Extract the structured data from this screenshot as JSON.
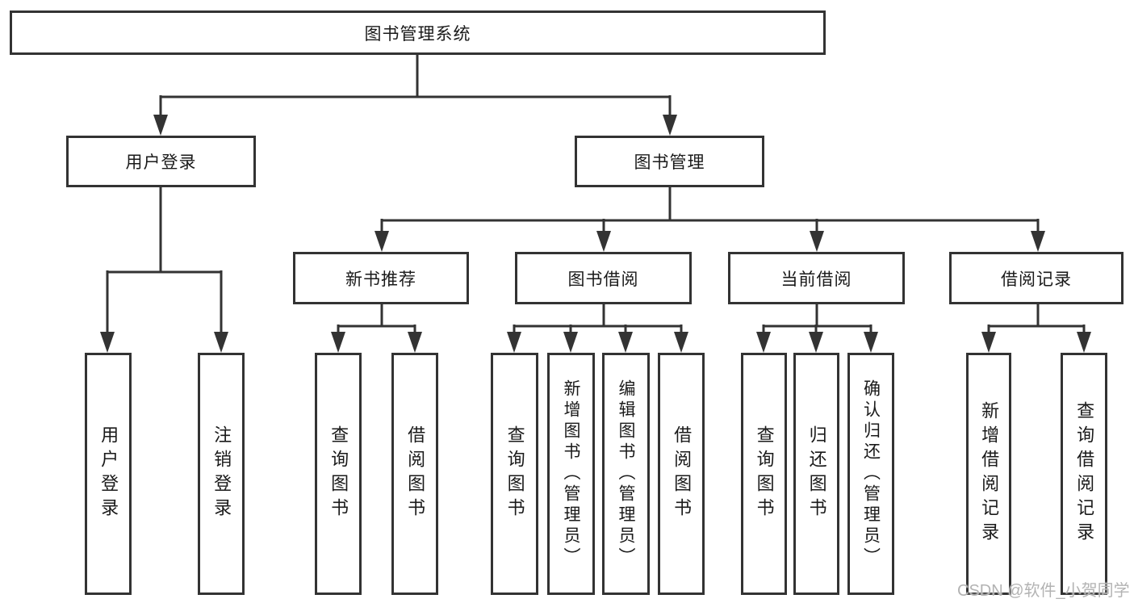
{
  "nodes": {
    "root": "图书管理系统",
    "user_login": "用户登录",
    "book_mgmt": "图书管理",
    "new_book_rec": "新书推荐",
    "book_borrow": "图书借阅",
    "current_borrow": "当前借阅",
    "borrow_record": "借阅记录",
    "leaf_user_login": "用户登录",
    "leaf_logout": "注销登录",
    "leaf_query_book_a": "查询图书",
    "leaf_borrow_book_a": "借阅图书",
    "leaf_query_book_b": "查询图书",
    "leaf_add_book": "新增图书（管理员）",
    "leaf_edit_book": "编辑图书（管理员）",
    "leaf_borrow_book_b": "借阅图书",
    "leaf_query_book_c": "查询图书",
    "leaf_return_book": "归还图书",
    "leaf_confirm_return": "确认归还（管理员）",
    "leaf_add_record": "新增借阅记录",
    "leaf_query_record": "查询借阅记录"
  },
  "hierarchy": {
    "图书管理系统": {
      "用户登录": [
        "用户登录",
        "注销登录"
      ],
      "图书管理": {
        "新书推荐": [
          "查询图书",
          "借阅图书"
        ],
        "图书借阅": [
          "查询图书",
          "新增图书（管理员）",
          "编辑图书（管理员）",
          "借阅图书"
        ],
        "当前借阅": [
          "查询图书",
          "归还图书",
          "确认归还（管理员）"
        ],
        "借阅记录": [
          "新增借阅记录",
          "查询借阅记录"
        ]
      }
    }
  },
  "watermark": "CSDN @软件_小贺同学",
  "colors": {
    "line": "#333333",
    "box_border": "#333333",
    "text": "#1a1a1a",
    "watermark": "#b3b3b3",
    "background": "#ffffff"
  }
}
